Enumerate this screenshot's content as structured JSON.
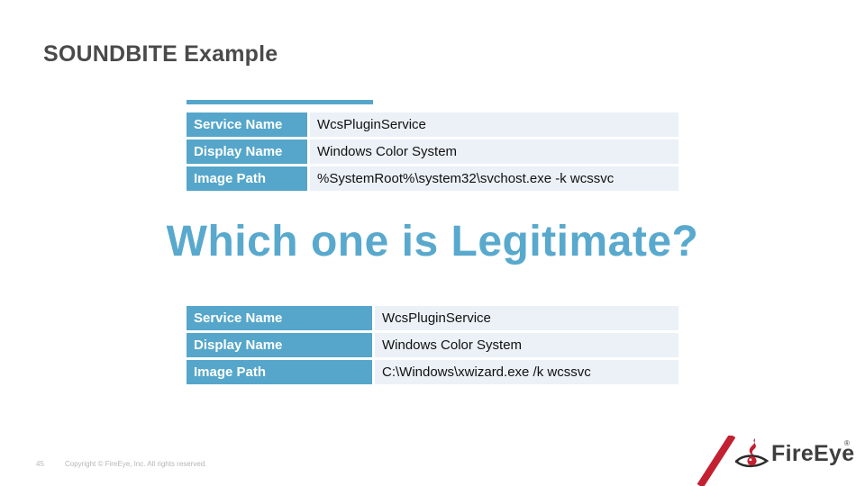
{
  "slide": {
    "title": "SOUNDBITE Example",
    "question": "Which one is Legitimate?"
  },
  "tables": {
    "top": {
      "rows": [
        {
          "label": "Service Name",
          "value": "WcsPluginService"
        },
        {
          "label": "Display Name",
          "value": "Windows Color System"
        },
        {
          "label": "Image Path",
          "value": "%SystemRoot%\\system32\\svchost.exe -k wcssvc"
        }
      ]
    },
    "bottom": {
      "rows": [
        {
          "label": "Service Name",
          "value": "WcsPluginService"
        },
        {
          "label": "Display Name",
          "value": "Windows Color System"
        },
        {
          "label": "Image Path",
          "value": "C:\\Windows\\xwizard.exe /k wcssvc"
        }
      ]
    }
  },
  "footer": {
    "page_number": "45",
    "copyright": "Copyright © FireEye, Inc. All rights reserved."
  },
  "logo": {
    "brand": "FireEye",
    "registered_mark": "®",
    "icons": [
      "red-slash-icon",
      "flame-eye-icon"
    ]
  },
  "colors": {
    "accent_blue": "#55a6ca",
    "heading_blue": "#58a9cd",
    "value_bg": "#ebf1f7",
    "title_gray": "#4a4a4a",
    "footer_gray": "#b6b6b6",
    "brand_red": "#c32032",
    "brand_dark": "#3e3e3e"
  }
}
